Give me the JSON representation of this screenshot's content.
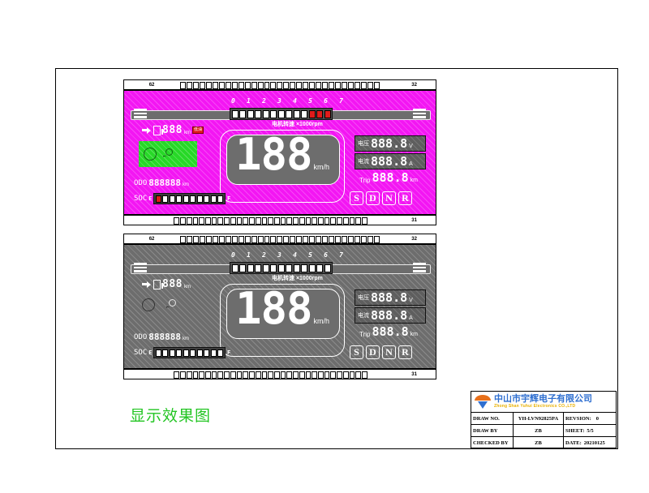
{
  "drawing": {
    "caption": "显示效果图",
    "panels": [
      {
        "variant": "magenta",
        "pin_left": "62",
        "pin_right": "32",
        "pin_bottom_right": "31"
      },
      {
        "variant": "gray",
        "pin_left": "62",
        "pin_right": "32",
        "pin_bottom_right": "31"
      }
    ]
  },
  "cluster": {
    "tach": {
      "ticks": [
        "0",
        "1",
        "2",
        "3",
        "4",
        "5",
        "6",
        "7"
      ],
      "unit_label": "电机转速 ×1000rpm",
      "segments_total": 13,
      "segments_red": 3
    },
    "range": {
      "icon": "fuel-pump-icon",
      "arrow_icon": "arrow-right-icon",
      "value": "888",
      "unit": "km",
      "tag": "低油"
    },
    "indicators": [
      {
        "name": "warning-lamp-icon"
      },
      {
        "name": "engine-check-icon"
      }
    ],
    "odo": {
      "label": "ODO",
      "value": "888888",
      "unit": "km"
    },
    "soc": {
      "label": "SOC",
      "empty_label": "E",
      "full_label": "F",
      "segments_total": 10,
      "segments_red": 1
    },
    "speed": {
      "value": "188",
      "unit": "km/h"
    },
    "voltage": {
      "label": "电压",
      "value": "888.8",
      "unit": "V"
    },
    "current": {
      "label": "电流",
      "value": "888.8",
      "unit": "A"
    },
    "trip": {
      "label": "Trip",
      "value": "888.8",
      "unit": "km"
    },
    "gears": [
      "S",
      "D",
      "N",
      "R"
    ]
  },
  "title_block": {
    "company_cn": "中山市宇辉电子有限公司",
    "company_en": "Zhong Shan Yuhui Electronics CO.,LTD",
    "rows": [
      {
        "key": "DRAW  NO.",
        "value": "YH-LVN92825PA",
        "right_key": "REVSION:",
        "right_value": "0"
      },
      {
        "key": "DRAW  BY",
        "value": "ZB",
        "right_key": "SHEET:",
        "right_value": "5/5"
      },
      {
        "key": "CHECKED  BY",
        "value": "ZB",
        "right_key": "DATE:",
        "right_value": "20210125"
      }
    ]
  }
}
